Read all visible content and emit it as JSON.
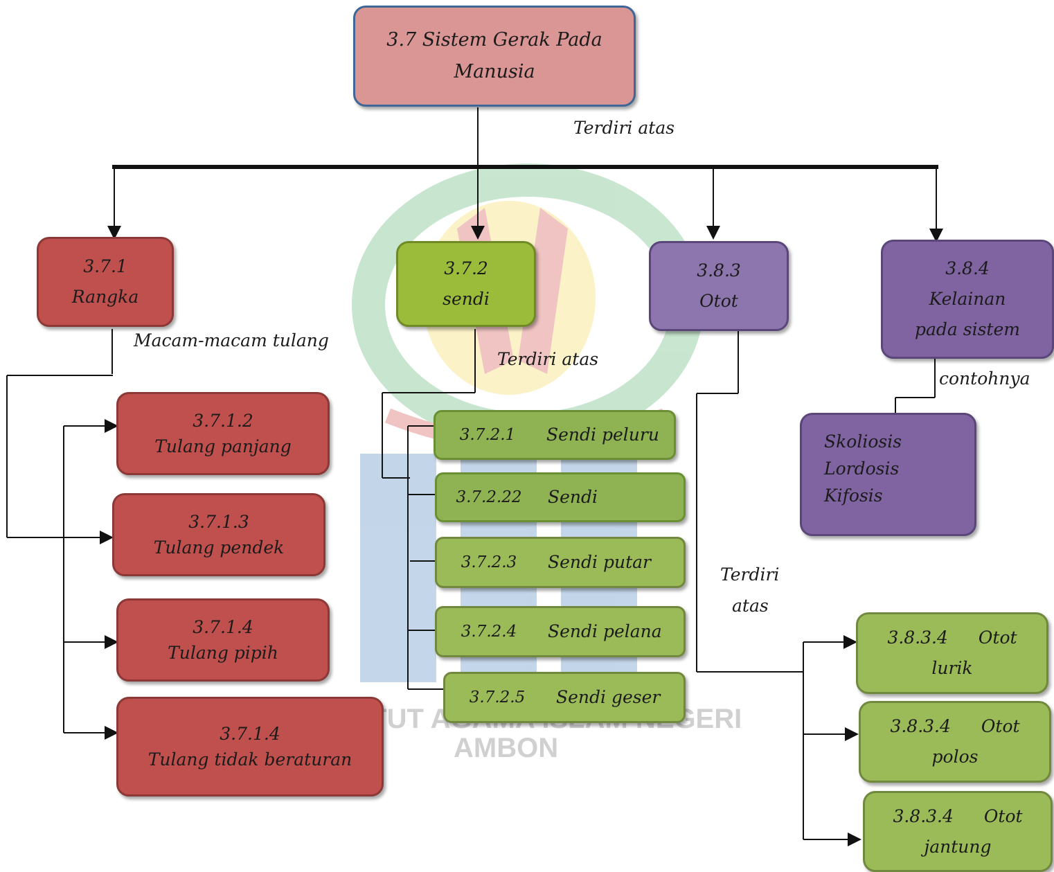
{
  "title": "3.7 Sistem Gerak Pada Manusia",
  "watermark": {
    "line1": "INSTITUT AGAMA ISLAM NEGERI",
    "line2": "AMBON"
  },
  "connectors": {
    "main": "Terdiri atas",
    "rangka": "Macam-macam tulang",
    "sendi": "Terdiri atas",
    "otot_line1": "Terdiri",
    "otot_line2": "atas",
    "kelainan": "contohnya"
  },
  "categories": {
    "rangka": {
      "code": "3.7.1",
      "label": "Rangka"
    },
    "sendi": {
      "code": "3.7.2",
      "label": "sendi"
    },
    "otot": {
      "code": "3.8.3",
      "label": "Otot"
    },
    "kelainan": {
      "code": "3.8.4",
      "line1": "Kelainan",
      "line2": "pada sistem"
    }
  },
  "tulang": [
    {
      "code": "3.7.1.2",
      "label": "Tulang panjang"
    },
    {
      "code": "3.7.1.3",
      "label": "Tulang pendek"
    },
    {
      "code": "3.7.1.4",
      "label": "Tulang pipih"
    },
    {
      "code": "3.7.1.4",
      "label": "Tulang tidak beraturan"
    }
  ],
  "sendi_items": [
    {
      "code": "3.7.2.1",
      "label": "Sendi peluru"
    },
    {
      "code": "3.7.2.22",
      "label": "Sendi"
    },
    {
      "code": "3.7.2.3",
      "label": "Sendi putar"
    },
    {
      "code": "3.7.2.4",
      "label": "Sendi pelana"
    },
    {
      "code": "3.7.2.5",
      "label": "Sendi geser"
    }
  ],
  "otot_items": [
    {
      "code": "3.8.3.4",
      "head": "Otot",
      "tail": "lurik"
    },
    {
      "code": "3.8.3.4",
      "head": "Otot",
      "tail": "polos"
    },
    {
      "code": "3.8.3.4",
      "head": "Otot",
      "tail": "jantung"
    }
  ],
  "kelainan_items": [
    "Skoliosis",
    "Lordosis",
    "Kifosis"
  ],
  "colors": {
    "red": "#c0504d",
    "pink": "#d99694",
    "green": "#9bbb59",
    "purple": "#8064a2",
    "border_blue": "#3e6696"
  }
}
